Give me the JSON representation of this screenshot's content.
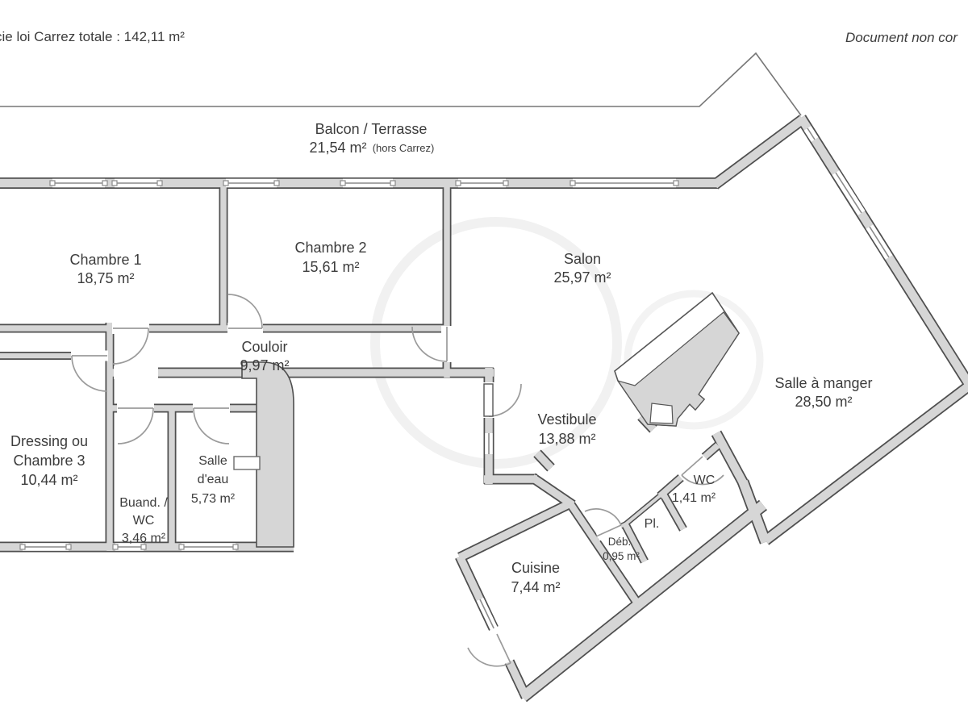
{
  "header": {
    "left_truncated": "cie loi Carrez totale :  142,11 m²",
    "right_truncated": "Document non cor"
  },
  "rooms": {
    "balcon": {
      "name": "Balcon / Terrasse",
      "area": "21,54 m²",
      "area_note": "(hors Carrez)"
    },
    "chambre1": {
      "name": "Chambre 1",
      "area": "18,75 m²"
    },
    "chambre2": {
      "name": "Chambre 2",
      "area": "15,61 m²"
    },
    "salon": {
      "name": "Salon",
      "area": "25,97 m²"
    },
    "couloir": {
      "name": "Couloir",
      "area": "9,97 m²"
    },
    "vestibule": {
      "name": "Vestibule",
      "area": "13,88 m²"
    },
    "salle_a_manger": {
      "name": "Salle à manger",
      "area": "28,50 m²"
    },
    "dressing": {
      "name_line1": "Dressing ou",
      "name_line2": "Chambre 3",
      "area": "10,44 m²"
    },
    "buanderie": {
      "name_line1": "Buand. /",
      "name_line2": "WC",
      "area": "3,46 m²"
    },
    "salle_eau": {
      "name_line1": "Salle",
      "name_line2": "d'eau",
      "area": "5,73 m²"
    },
    "wc": {
      "name": "WC",
      "area": "1,41 m²"
    },
    "placard": {
      "name": "Pl."
    },
    "debarras": {
      "name": "Déb.",
      "area": "0,95 m²"
    },
    "cuisine": {
      "name": "Cuisine",
      "area": "7,44 m²"
    }
  },
  "colors": {
    "wall_fill": "#d6d6d6",
    "wall_outline": "#4f4f4f",
    "text": "#3c3c3c",
    "door_arc": "#999999",
    "balcony_line": "#777777"
  }
}
